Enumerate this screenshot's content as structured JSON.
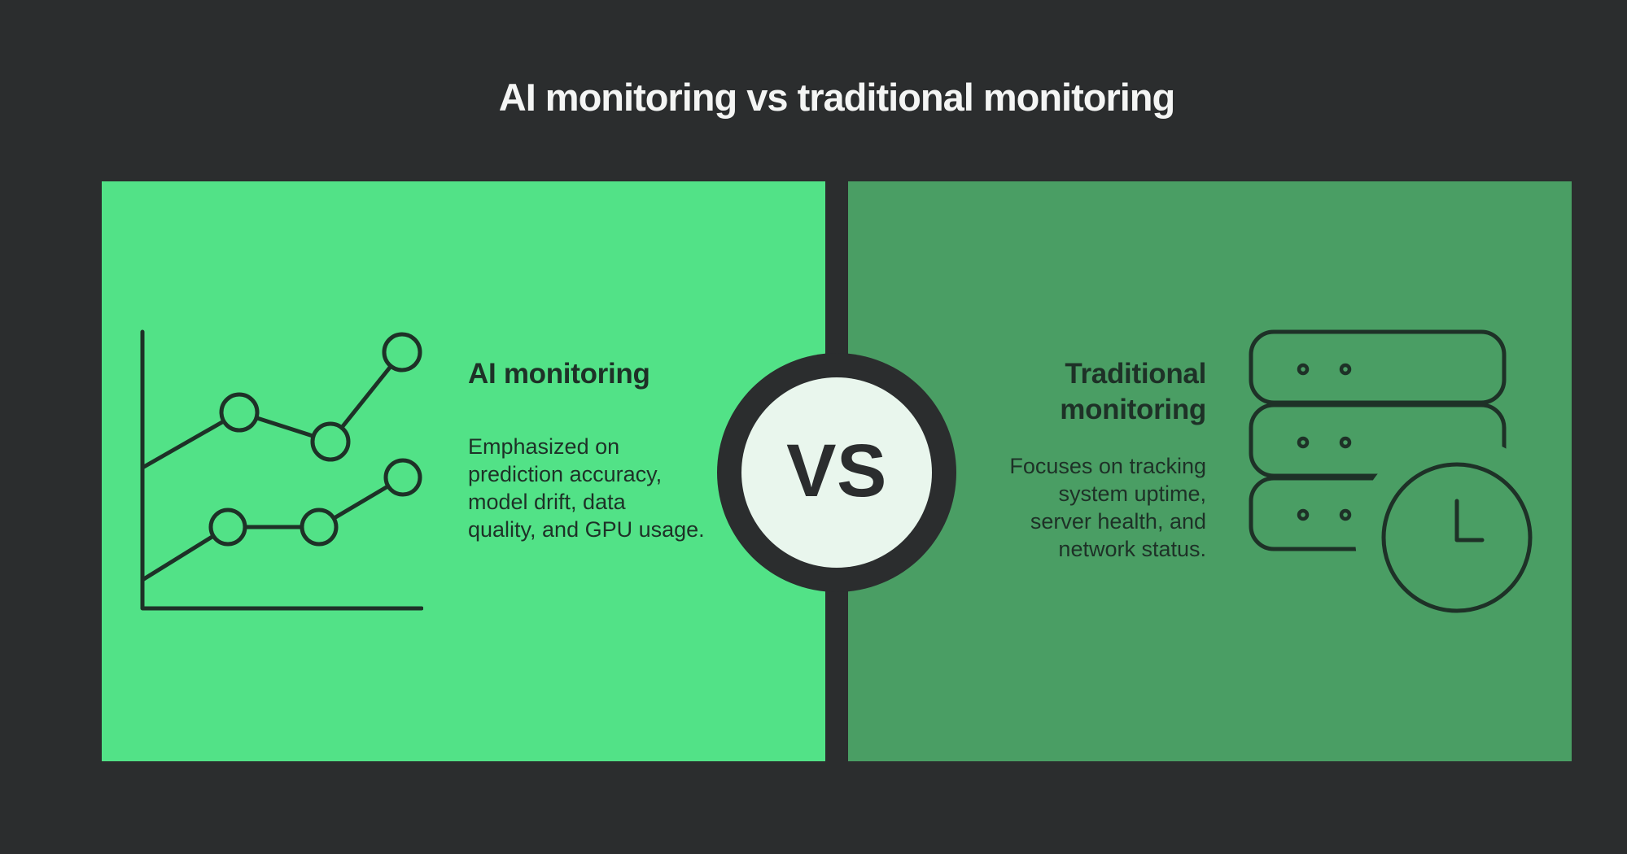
{
  "title": "AI monitoring vs traditional monitoring",
  "colors": {
    "background": "#2b2d2e",
    "left_panel": "#52e287",
    "right_panel": "#4a9e64",
    "ink": "#1e3127",
    "title_text": "#f4f5f4",
    "vs_badge_bg": "#e9f6ed",
    "vs_badge_ring": "#2b2d2e"
  },
  "vs_badge": {
    "label": "VS"
  },
  "left_panel": {
    "heading": "AI monitoring",
    "body_lines": [
      "Emphasized on",
      "prediction accuracy,",
      "model drift, data",
      "quality, and GPU usage."
    ],
    "icon": "line-chart-icon"
  },
  "right_panel": {
    "heading_lines": [
      "Traditional",
      "monitoring"
    ],
    "body_lines": [
      "Focuses on tracking",
      "system uptime,",
      "server health, and",
      "network status."
    ],
    "icon": "server-clock-icon"
  }
}
